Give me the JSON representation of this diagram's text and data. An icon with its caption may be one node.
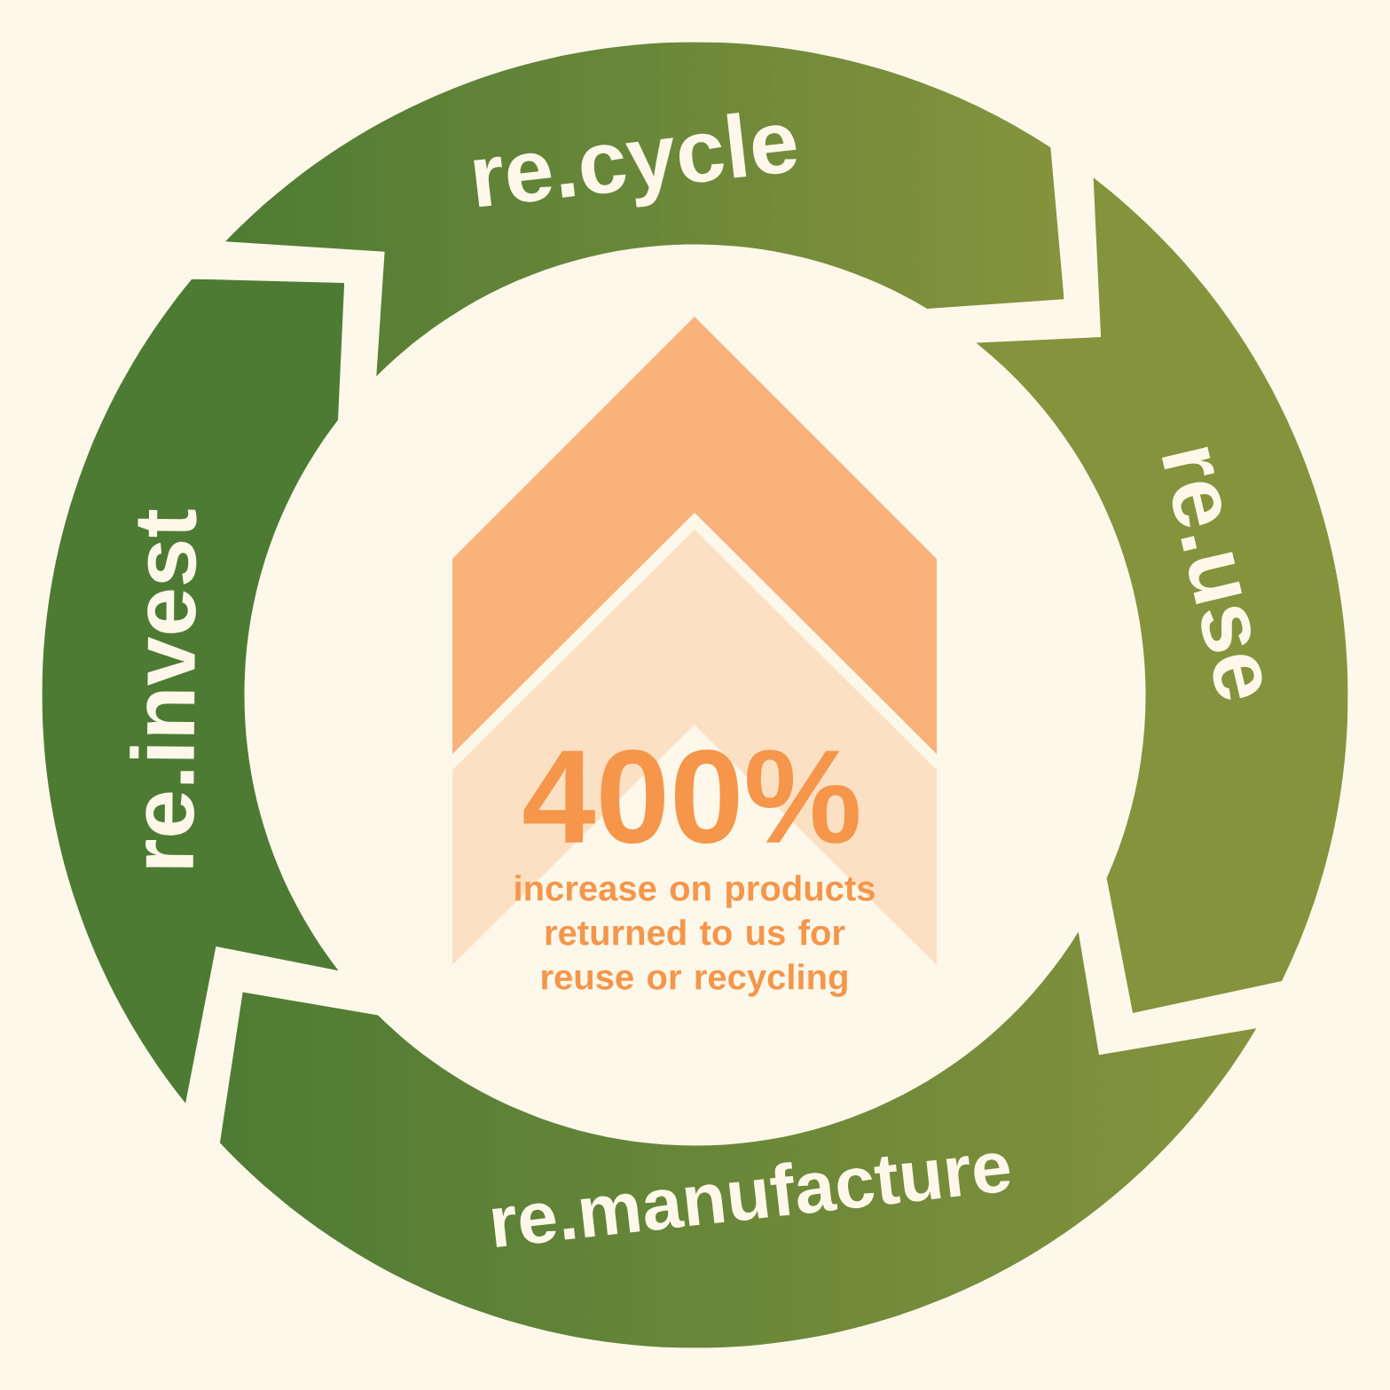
{
  "diagram": {
    "nodes": [
      {
        "text": [
          "re.cycle"
        ]
      },
      {
        "text": [
          "re.use"
        ]
      },
      {
        "text": [
          "re.manufacture"
        ]
      },
      {
        "text": [
          "re.invest"
        ]
      },
      {
        "text": [
          "400%",
          "increase on products returned to us for reuse or recycling"
        ]
      }
    ]
  }
}
